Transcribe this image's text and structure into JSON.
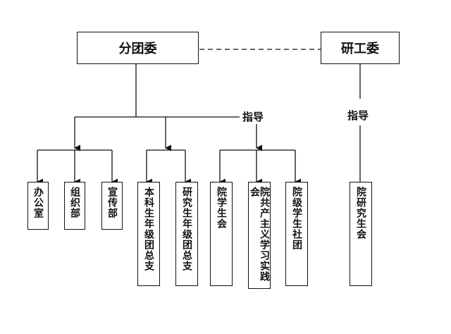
{
  "top": {
    "left_box": "分团委",
    "right_box": "研工委"
  },
  "guide_labels": {
    "left": "指导",
    "right": "指导"
  },
  "groups": [
    {
      "items": [
        "办公室",
        "组织部",
        "宣传部"
      ]
    },
    {
      "items": [
        "本科生年级团总支",
        "研究生年级团总支"
      ]
    },
    {
      "items": [
        "院学生会",
        "院共产主义学习实践会",
        "院级学生社团"
      ]
    },
    {
      "items": [
        "院研究生会"
      ]
    }
  ]
}
